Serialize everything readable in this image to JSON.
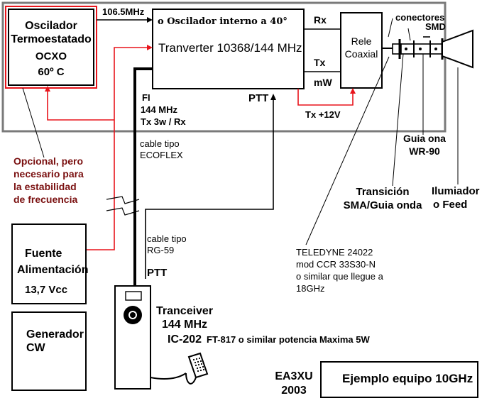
{
  "ocxo": {
    "line1": "Oscilador",
    "line2": "Termoestatado",
    "line3": "OCXO",
    "line4": "60º C"
  },
  "signal_106": "106.5MHz",
  "transverter": {
    "sub": "o Oscilador interno a 40°",
    "title": "Tranverter 10368/144 MHz"
  },
  "port_rx": "Rx",
  "port_tx": "Tx",
  "port_mw": "mW",
  "ptt_top": "PTT",
  "fi": {
    "l1": "FI",
    "l2": "144 MHz",
    "l3": "Tx 3w / Rx"
  },
  "tx12": "Tx +12V",
  "relay": {
    "l1": "Rele",
    "l2": "Coaxial"
  },
  "conectores": {
    "l1": "conectores",
    "l2": "SMD"
  },
  "guia": {
    "l1": "Guia ona",
    "l2": "WR-90"
  },
  "transicion": {
    "l1": "Transición",
    "l2": "SMA/Guia onda"
  },
  "iluminador": {
    "l1": "Ilumiador",
    "l2": "o Feed"
  },
  "opcional": {
    "l1": "Opcional, pero",
    "l2": "necesario para",
    "l3": "la estabilidad",
    "l4": "de frecuencia"
  },
  "ecoflex": {
    "l1": "cable tipo",
    "l2": "ECOFLEX"
  },
  "rg59": {
    "l1": "cable tipo",
    "l2": "RG-59"
  },
  "ptt_bottom": "PTT",
  "teledyne": {
    "l1": "TELEDYNE 24022",
    "l2": "mod CCR 33S30-N",
    "l3": "o similar que llegue a",
    "l4": "18GHz"
  },
  "fuente": {
    "l1": "Fuente",
    "l2": "Alimentación",
    "l3": "13,7 Vcc"
  },
  "generador": {
    "l1": "Generador",
    "l2": "CW"
  },
  "tranceiver": {
    "l1": "Tranceiver",
    "l2": "144 MHz",
    "l3": "IC-202"
  },
  "ft817": "FT-817 o similar potencia Maxima 5W",
  "author": {
    "l1": "EA3XU",
    "l2": "2003"
  },
  "ejemplo": "Ejemplo equipo 10GHz",
  "colors": {
    "wire_red": "#e8141b",
    "frame_gray": "#7a7a7a",
    "ink": "#000000"
  }
}
